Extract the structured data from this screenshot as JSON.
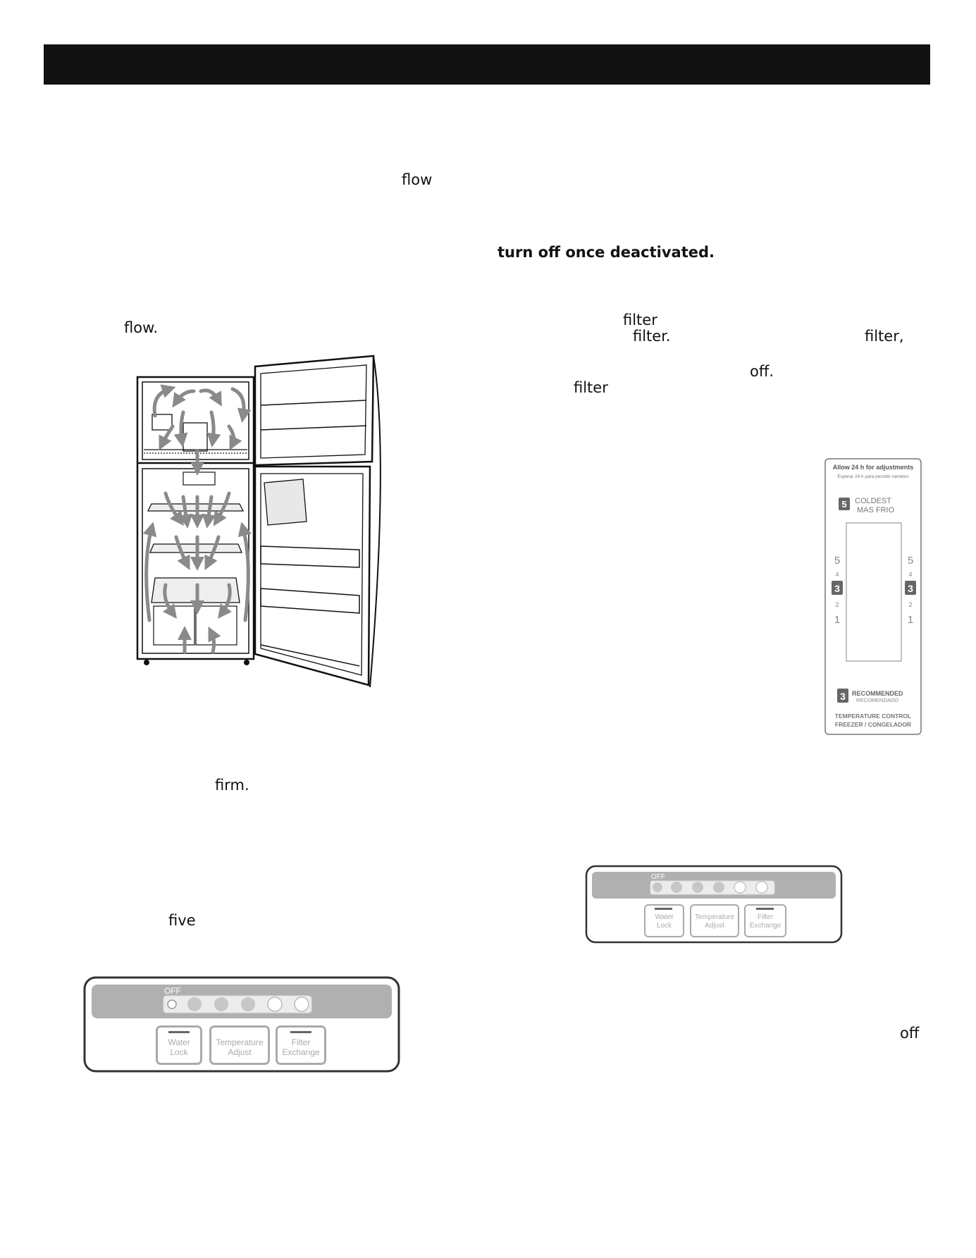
{
  "header": {
    "color": "#121212"
  },
  "text_fragments": {
    "flow_1": "flow",
    "flow_2": "flow.",
    "turn_off": "turn off once deactivated.",
    "filter_1": "filter",
    "filter_2": "filter.",
    "filter_3": "filter,",
    "off_1": "off.",
    "filter_4": "filter",
    "firm": "firm.",
    "five": "five",
    "off_2": "off"
  },
  "temperature_card": {
    "allow_title": "Allow 24 h for adjustments",
    "allow_subtitle": "Esperar 24 h para percibir cambios",
    "coldest_number": "5",
    "coldest_label": "COLDEST",
    "coldest_label_es": "MAS FRIO",
    "scale": [
      "5",
      "4",
      "3",
      "2",
      "1"
    ],
    "selected": "3",
    "recommended_number": "3",
    "recommended_label": "RECOMMENDED",
    "recommended_label_es": "RECOMENDADO",
    "footer_line1": "TEMPERATURE CONTROL",
    "footer_line2": "FREEZER / CONGELADOR"
  },
  "control_panel": {
    "off_label": "OFF",
    "indicator_count": 6,
    "lit_indicators": 4,
    "buttons": {
      "water_lock_1": "Water",
      "water_lock_2": "Lock",
      "temperature_adjust_1": "Temperature",
      "temperature_adjust_2": "Adjust",
      "filter_exchange_1": "Filter",
      "filter_exchange_2": "Exchange"
    }
  }
}
